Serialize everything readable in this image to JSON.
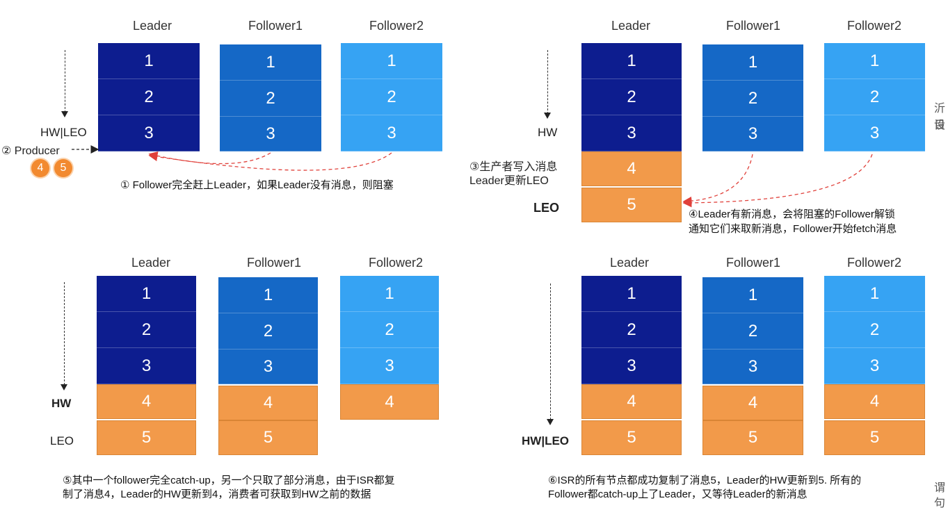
{
  "columns": [
    "Leader",
    "Follower1",
    "Follower2"
  ],
  "q1": {
    "hw_leo_label": "HW|LEO",
    "producer_label": "② Producer",
    "badges": [
      "4",
      "5"
    ],
    "caption": "① Follower完全赶上Leader，如果Leader没有消息，则阻塞",
    "leader": [
      "1",
      "2",
      "3"
    ],
    "f1": [
      "1",
      "2",
      "3"
    ],
    "f2": [
      "1",
      "2",
      "3"
    ]
  },
  "q2": {
    "hw_label": "HW",
    "leo_label": "LEO",
    "producer_note_1": "③生产者写入消息",
    "producer_note_2": "Leader更新LEO",
    "caption_1": "④Leader有新消息，会将阻塞的Follower解锁",
    "caption_2": "通知它们来取新消息，Follower开始fetch消息",
    "leader": [
      "1",
      "2",
      "3",
      "4",
      "5"
    ],
    "f1": [
      "1",
      "2",
      "3"
    ],
    "f2": [
      "1",
      "2",
      "3"
    ]
  },
  "q3": {
    "hw_label": "HW",
    "leo_label": "LEO",
    "caption_1": "⑤其中一个follower完全catch-up，另一个只取了部分消息，由于ISR都复",
    "caption_2": "制了消息4，Leader的HW更新到4，消费者可获取到HW之前的数据",
    "leader": [
      "1",
      "2",
      "3",
      "4",
      "5"
    ],
    "f1": [
      "1",
      "2",
      "3",
      "4",
      "5"
    ],
    "f2": [
      "1",
      "2",
      "3",
      "4"
    ]
  },
  "q4": {
    "hw_leo_label": "HW|LEO",
    "caption_1": "⑥ISR的所有节点都成功复制了消息5，Leader的HW更新到5. 所有的",
    "caption_2": "Follower都catch-up上了Leader，又等待Leader的新消息",
    "leader": [
      "1",
      "2",
      "3",
      "4",
      "5"
    ],
    "f1": [
      "1",
      "2",
      "3",
      "4",
      "5"
    ],
    "f2": [
      "1",
      "2",
      "3",
      "4",
      "5"
    ]
  },
  "edge": {
    "right_top_1": "沂目",
    "right_top_2": "设",
    "right_bottom_1": "谓",
    "right_bottom_2": "句"
  },
  "colors": {
    "leader": "#0d1d8f",
    "follower1": "#1568c6",
    "follower2": "#36a3f3",
    "new_message": "#f29a4a",
    "arrow": "#e0403a"
  }
}
